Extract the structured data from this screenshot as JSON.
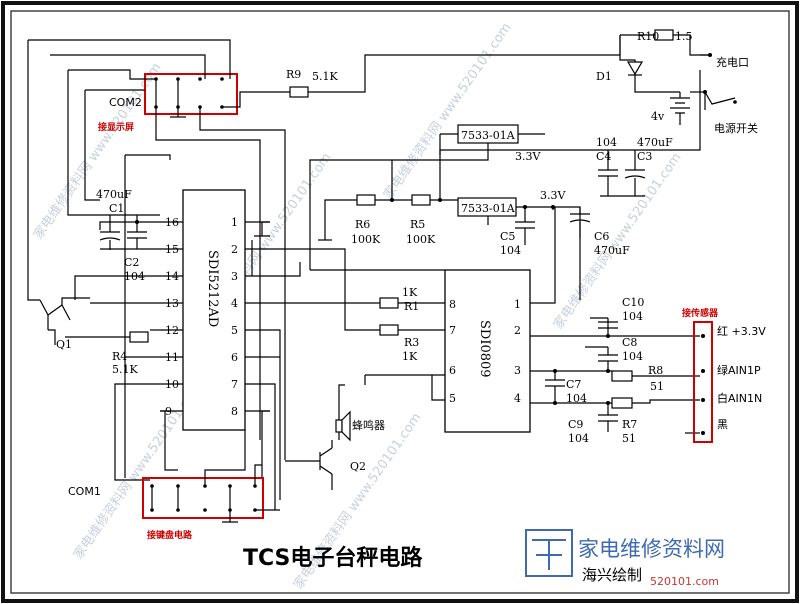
{
  "title": "TCS电子台秤电路",
  "author": "海兴绘制",
  "watermark": {
    "site": "家电维修资料网",
    "url": "520101.com",
    "diagonal_text": "家电维修资料网 www.520101.com"
  },
  "ics": {
    "sdi_main": "SDI5212AD",
    "sdi_adc": "SDI0809",
    "reg1": "7533-01A",
    "reg2": "7533-01A"
  },
  "connectors": {
    "com1": "COM1",
    "com2": "COM2",
    "display_label": "接显示屏",
    "keyboard_label": "接键盘电路",
    "sensor_label": "接传感器",
    "sensor_pins": [
      "红 +3.3V",
      "绿AIN1P",
      "白AIN1N",
      "黑"
    ]
  },
  "components": {
    "r9": "R9",
    "r9_val": "5.1K",
    "r10": "R10",
    "r10_val": "1.5",
    "d1": "D1",
    "charge_port": "充电口",
    "battery": "4v",
    "power_switch": "电源开关",
    "c4": "C4",
    "c4_val": "104",
    "c3": "C3",
    "c3_val": "470uF",
    "v33a": "3.3V",
    "v33b": "3.3V",
    "r6": "R6",
    "r6_val": "100K",
    "r5": "R5",
    "r5_val": "100K",
    "c5": "C5",
    "c5_val": "104",
    "c6": "C6",
    "c6_val": "470uF",
    "c1": "C1",
    "c1_val": "470uF",
    "c2": "C2",
    "c2_val": "104",
    "r1": "R1",
    "r1_val": "1K",
    "r3": "R3",
    "r3_val": "1K",
    "r4": "R4",
    "r4_val": "5.1K",
    "q1": "Q1",
    "q2": "Q2",
    "buzzer": "蜂鸣器",
    "c10": "C10",
    "c10_val": "104",
    "c8": "C8",
    "c8_val": "104",
    "c7": "C7",
    "c7_val": "104",
    "c9": "C9",
    "c9_val": "104",
    "r8": "R8",
    "r8_val": "51",
    "r7": "R7",
    "r7_val": "51"
  },
  "pins": {
    "left_numbers": [
      "16",
      "15",
      "14",
      "13",
      "12",
      "11",
      "10",
      "9"
    ],
    "right_numbers": [
      "1",
      "2",
      "3",
      "4",
      "5",
      "6",
      "7",
      "8"
    ],
    "adc_left": [
      "8",
      "7",
      "6",
      "5"
    ],
    "adc_right": [
      "1",
      "2",
      "3",
      "4"
    ]
  },
  "colors": {
    "highlight": "#d00000",
    "frame": "#111111",
    "wire": "#000000",
    "watermark_text": "#c8d0dc",
    "logo_blue": "#3d6ab0"
  }
}
